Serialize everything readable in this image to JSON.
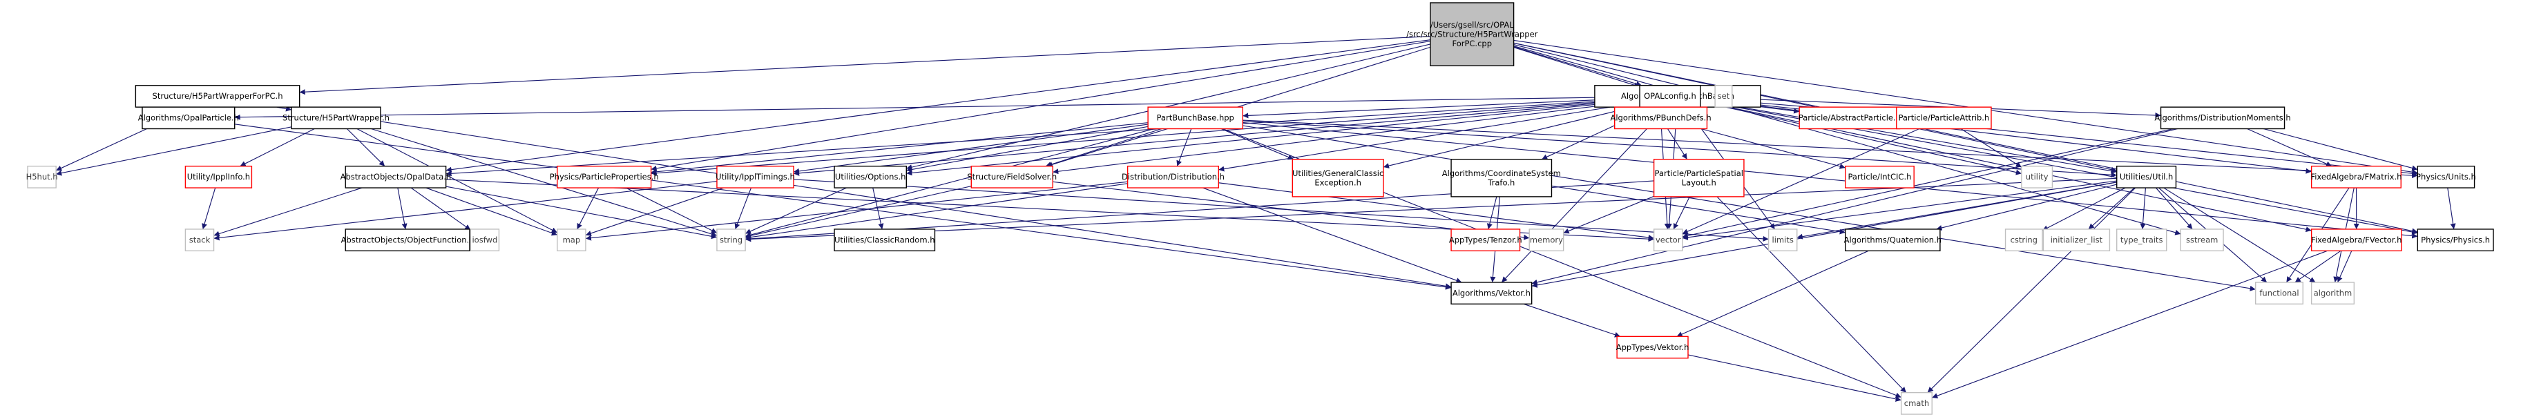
{
  "colors": {
    "root_fill": "#bfbfbf",
    "documented_border": "#000000",
    "undocumented_border": "#ff0000",
    "external_border": "#bfbfbf",
    "external_text": "#404040",
    "edge": "#191970"
  },
  "graph": {
    "nodes": [
      {
        "id": "root",
        "lines": [
          "/Users/gsell/src/OPAL",
          "/src/src/Structure/H5PartWrapper",
          "ForPC.cpp"
        ],
        "style": "root"
      },
      {
        "id": "h5pc_h",
        "lines": [
          "Structure/H5PartWrapperForPC.h"
        ],
        "style": "doc"
      },
      {
        "id": "pbb",
        "lines": [
          "Algorithms/PartBunchBase.h"
        ],
        "style": "doc"
      },
      {
        "id": "opalconfig",
        "lines": [
          "OPALconfig.h"
        ],
        "style": "doc"
      },
      {
        "id": "set",
        "lines": [
          "set"
        ],
        "style": "ext"
      },
      {
        "id": "opalparticle",
        "lines": [
          "Algorithms/OpalParticle.h"
        ],
        "style": "doc"
      },
      {
        "id": "h5w",
        "lines": [
          "Structure/H5PartWrapper.h"
        ],
        "style": "doc"
      },
      {
        "id": "pbhpp",
        "lines": [
          "PartBunchBase.hpp"
        ],
        "style": "undoc"
      },
      {
        "id": "pbunchdefs",
        "lines": [
          "Algorithms/PBunchDefs.h"
        ],
        "style": "undoc"
      },
      {
        "id": "abspart",
        "lines": [
          "Particle/AbstractParticle.h"
        ],
        "style": "undoc"
      },
      {
        "id": "partattrib",
        "lines": [
          "Particle/ParticleAttrib.h"
        ],
        "style": "undoc"
      },
      {
        "id": "distmoments",
        "lines": [
          "Algorithms/DistributionMoments.h"
        ],
        "style": "doc"
      },
      {
        "id": "h5hut",
        "lines": [
          "H5hut.h"
        ],
        "style": "ext"
      },
      {
        "id": "ippinfo",
        "lines": [
          "Utility/IpplInfo.h"
        ],
        "style": "undoc"
      },
      {
        "id": "opaldata",
        "lines": [
          "AbstractObjects/OpalData.h"
        ],
        "style": "doc"
      },
      {
        "id": "partprops",
        "lines": [
          "Physics/ParticleProperties.h"
        ],
        "style": "undoc"
      },
      {
        "id": "iptimings",
        "lines": [
          "Utility/IpplTimings.h"
        ],
        "style": "undoc"
      },
      {
        "id": "options",
        "lines": [
          "Utilities/Options.h"
        ],
        "style": "doc"
      },
      {
        "id": "fieldsolver",
        "lines": [
          "Structure/FieldSolver.h"
        ],
        "style": "undoc"
      },
      {
        "id": "distribution",
        "lines": [
          "Distribution/Distribution.h"
        ],
        "style": "undoc"
      },
      {
        "id": "genexc",
        "lines": [
          "Utilities/GeneralClassic",
          "Exception.h"
        ],
        "style": "undoc"
      },
      {
        "id": "coordtrafo",
        "lines": [
          "Algorithms/CoordinateSystem",
          "Trafo.h"
        ],
        "style": "doc"
      },
      {
        "id": "pspatial",
        "lines": [
          "Particle/ParticleSpatial",
          "Layout.h"
        ],
        "style": "undoc"
      },
      {
        "id": "intcic",
        "lines": [
          "Particle/IntCIC.h"
        ],
        "style": "undoc"
      },
      {
        "id": "utility",
        "lines": [
          "utility"
        ],
        "style": "ext"
      },
      {
        "id": "util",
        "lines": [
          "Utilities/Util.h"
        ],
        "style": "doc"
      },
      {
        "id": "fmatrix",
        "lines": [
          "FixedAlgebra/FMatrix.h"
        ],
        "style": "undoc"
      },
      {
        "id": "units",
        "lines": [
          "Physics/Units.h"
        ],
        "style": "doc"
      },
      {
        "id": "stack",
        "lines": [
          "stack"
        ],
        "style": "ext"
      },
      {
        "id": "objfunc",
        "lines": [
          "AbstractObjects/ObjectFunction.h"
        ],
        "style": "doc"
      },
      {
        "id": "iosfwd",
        "lines": [
          "iosfwd"
        ],
        "style": "ext"
      },
      {
        "id": "map",
        "lines": [
          "map"
        ],
        "style": "ext"
      },
      {
        "id": "string",
        "lines": [
          "string"
        ],
        "style": "ext"
      },
      {
        "id": "classicrandom",
        "lines": [
          "Utilities/ClassicRandom.h"
        ],
        "style": "doc"
      },
      {
        "id": "tenzor",
        "lines": [
          "AppTypes/Tenzor.h"
        ],
        "style": "undoc"
      },
      {
        "id": "memory",
        "lines": [
          "memory"
        ],
        "style": "ext"
      },
      {
        "id": "vector",
        "lines": [
          "vector"
        ],
        "style": "ext"
      },
      {
        "id": "limits",
        "lines": [
          "limits"
        ],
        "style": "ext"
      },
      {
        "id": "quaternion",
        "lines": [
          "Algorithms/Quaternion.h"
        ],
        "style": "doc"
      },
      {
        "id": "cstring",
        "lines": [
          "cstring"
        ],
        "style": "ext"
      },
      {
        "id": "initlist",
        "lines": [
          "initializer_list"
        ],
        "style": "ext"
      },
      {
        "id": "typetraits",
        "lines": [
          "type_traits"
        ],
        "style": "ext"
      },
      {
        "id": "sstream",
        "lines": [
          "sstream"
        ],
        "style": "ext"
      },
      {
        "id": "fvector",
        "lines": [
          "FixedAlgebra/FVector.h"
        ],
        "style": "undoc"
      },
      {
        "id": "physics",
        "lines": [
          "Physics/Physics.h"
        ],
        "style": "doc"
      },
      {
        "id": "functional",
        "lines": [
          "functional"
        ],
        "style": "ext"
      },
      {
        "id": "algorithm",
        "lines": [
          "algorithm"
        ],
        "style": "ext"
      },
      {
        "id": "vektor",
        "lines": [
          "Algorithms/Vektor.h"
        ],
        "style": "doc"
      },
      {
        "id": "appvektor",
        "lines": [
          "AppTypes/Vektor.h"
        ],
        "style": "undoc"
      },
      {
        "id": "cmath",
        "lines": [
          "cmath"
        ],
        "style": "ext"
      }
    ]
  }
}
